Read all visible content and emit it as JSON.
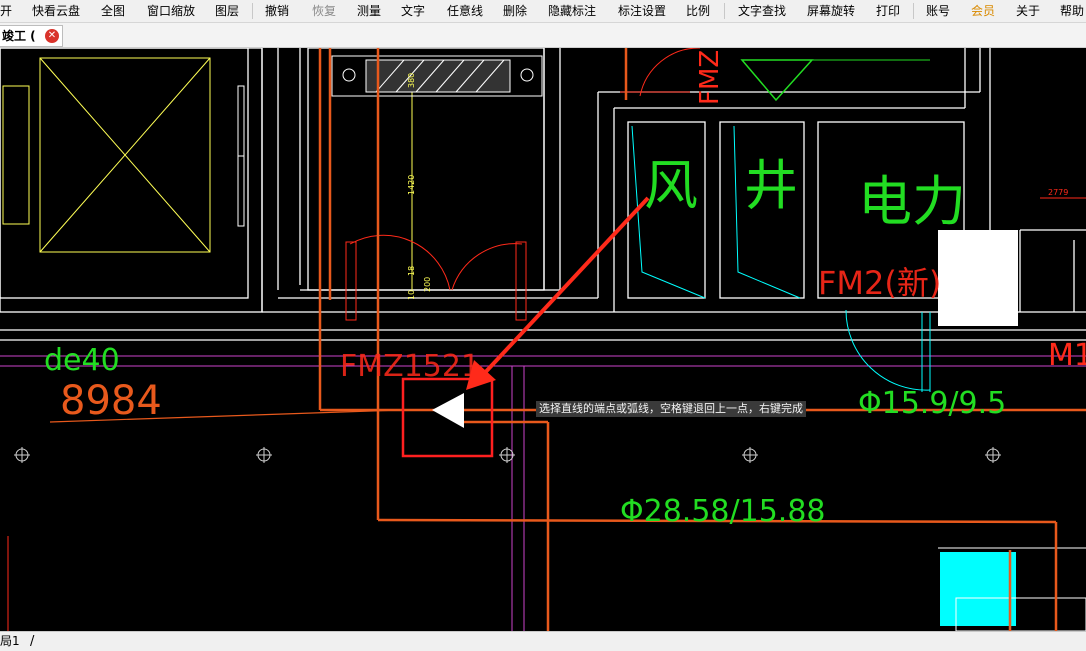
{
  "menu": {
    "open": "开",
    "quick_cloud": "快看云盘",
    "full_view": "全图",
    "window_zoom": "窗口缩放",
    "layers": "图层",
    "undo": "撤销",
    "redo": "恢复",
    "measure": "测量",
    "text": "文字",
    "any_line": "任意线",
    "delete": "删除",
    "hide_annotations": "隐藏标注",
    "annotation_settings": "标注设置",
    "scale": "比例",
    "text_search": "文字查找",
    "screen_rotate": "屏幕旋转",
    "print": "打印",
    "account": "账号",
    "member": "会员",
    "about": "关于",
    "help": "帮助"
  },
  "tab": {
    "label": "竣工 (",
    "close_symbol": "✕"
  },
  "drawing": {
    "label_de40": "de40",
    "label_8984": "8984",
    "label_fmz1521": "FMZ1521",
    "label_fm2": "FM2(新)",
    "label_m1": "M1",
    "label_wind": "风",
    "label_shaft": "井",
    "label_electric": "电",
    "label_power": "力",
    "label_phi_small": "Φ15.9/9.5",
    "label_phi_large": "Φ28.58/15.88",
    "label_fmz_top": "FMZ",
    "label_2779": "2779",
    "dim_380": "380",
    "dim_1420": "1420",
    "dim_18": "18",
    "dim_10": "10",
    "dim_200": "200"
  },
  "tooltip": "选择直线的端点或弧线，空格键退回上一点，右键完成",
  "status": {
    "layout_tab": "局1",
    "slash": "/"
  },
  "colors": {
    "background": "#000000",
    "pipe_orange": "#e8591c",
    "wall_white": "#ffffff",
    "annotation_red": "#ff2a1a",
    "text_green": "#22dd22",
    "outline_yellow": "#ffff55",
    "cyan": "#00ffff",
    "magenta": "#cc44cc",
    "member_gold": "#d98a00"
  }
}
